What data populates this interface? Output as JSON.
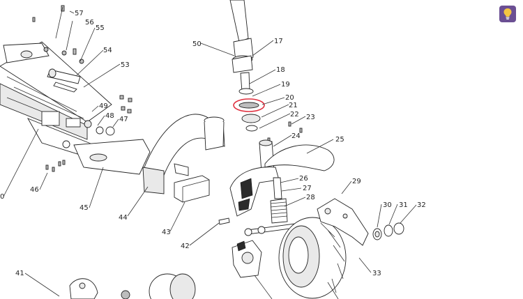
{
  "diagram": {
    "callouts": [
      "57",
      "56",
      "55",
      "54",
      "53",
      "50",
      "17",
      "18",
      "19",
      "20",
      "21",
      "22",
      "23",
      "24",
      "25",
      "49",
      "48",
      "47",
      "26",
      "27",
      "28",
      "29",
      "30",
      "31",
      "32",
      "33",
      "46",
      "45",
      "44",
      "43",
      "42",
      "41",
      "0"
    ],
    "highlighted_part": "20"
  },
  "hint_button": {
    "icon": "lightbulb-icon",
    "color": "#6b4f93"
  }
}
